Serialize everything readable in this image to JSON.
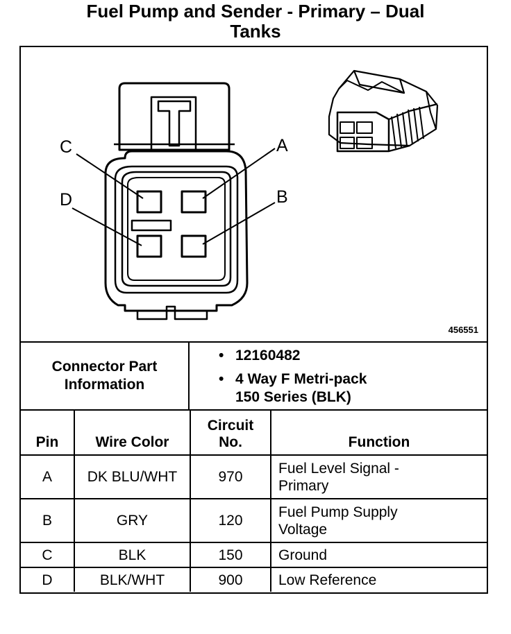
{
  "title_line1": "Fuel Pump and Sender - Primary – Dual",
  "title_line2": "Tanks",
  "figure_number": "456551",
  "pin_labels": {
    "a": "A",
    "b": "B",
    "c": "C",
    "d": "D"
  },
  "connector_info": {
    "label_line1": "Connector Part",
    "label_line2": "Information",
    "bullet": "•",
    "part_number": "12160482",
    "description_line1": "4 Way F Metri-pack",
    "description_line2": "150 Series (BLK)"
  },
  "table": {
    "headers": {
      "pin": "Pin",
      "wire_color": "Wire Color",
      "circuit_line1": "Circuit",
      "circuit_line2": "No.",
      "function": "Function"
    },
    "rows": [
      {
        "pin": "A",
        "wire_color": "DK BLU/WHT",
        "circuit": "970",
        "function_line1": "Fuel Level Signal -",
        "function_line2": "Primary"
      },
      {
        "pin": "B",
        "wire_color": "GRY",
        "circuit": "120",
        "function_line1": "Fuel Pump Supply",
        "function_line2": "Voltage"
      },
      {
        "pin": "C",
        "wire_color": "BLK",
        "circuit": "150",
        "function_line1": "Ground",
        "function_line2": ""
      },
      {
        "pin": "D",
        "wire_color": "BLK/WHT",
        "circuit": "900",
        "function_line1": "Low Reference",
        "function_line2": ""
      }
    ]
  }
}
